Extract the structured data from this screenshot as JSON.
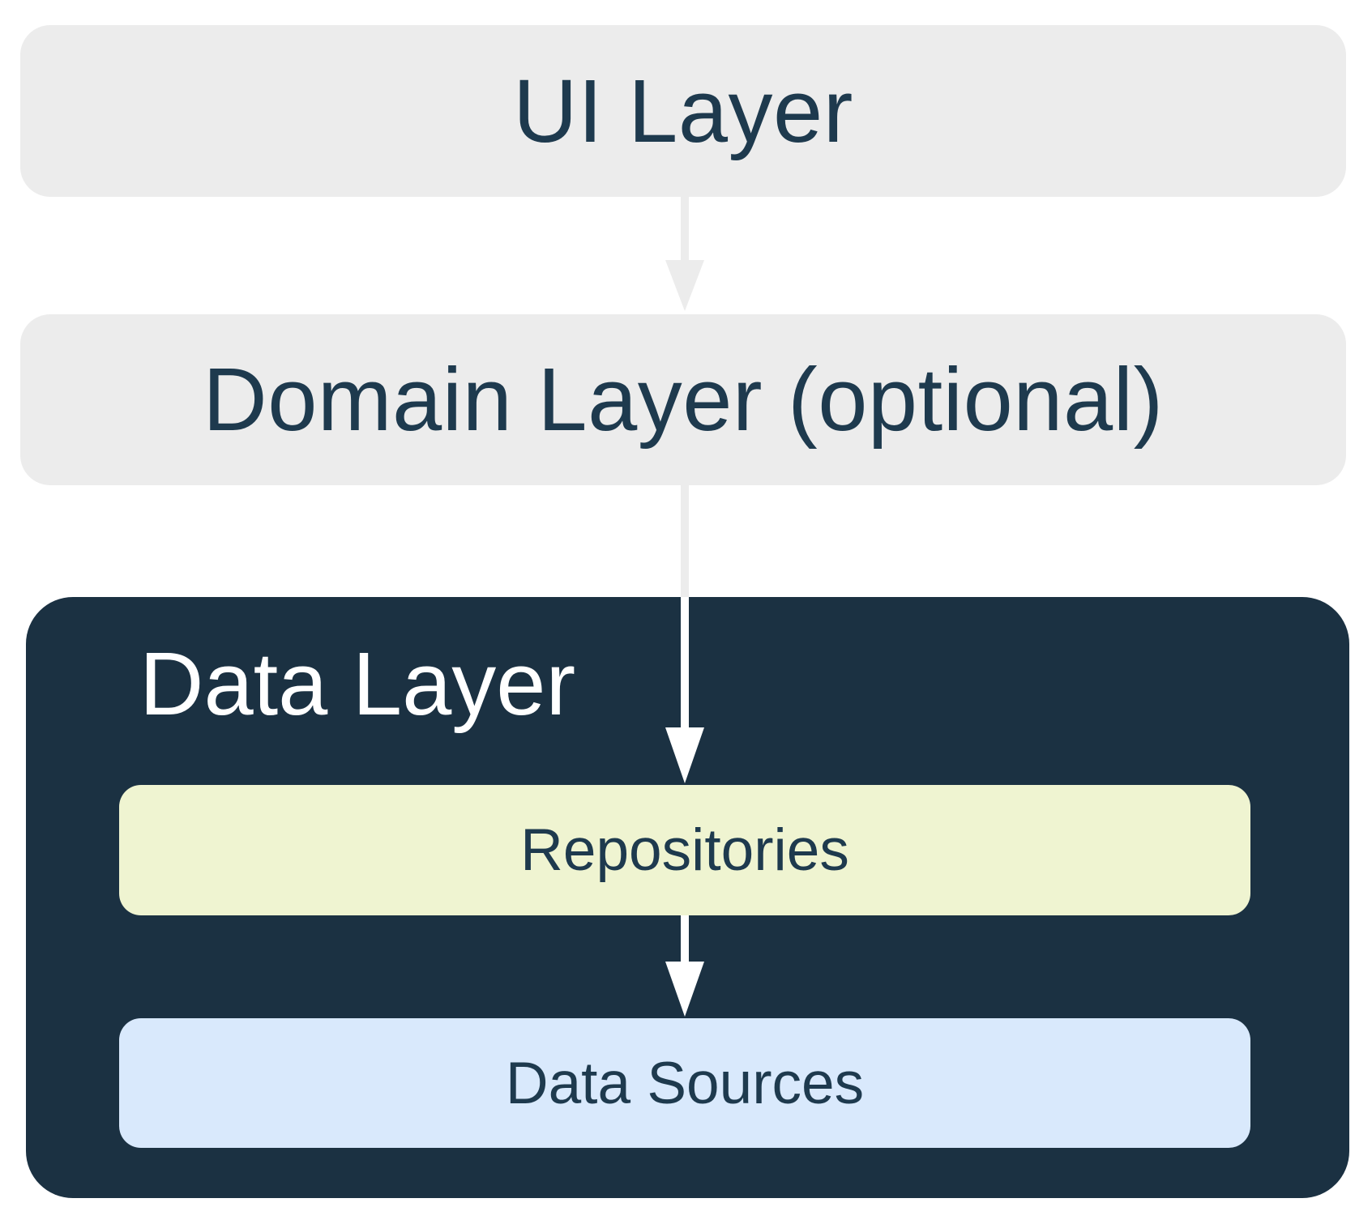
{
  "boxes": {
    "ui_layer": {
      "label": "UI Layer"
    },
    "domain_layer": {
      "label": "Domain Layer (optional)"
    },
    "data_layer": {
      "label": "Data Layer"
    },
    "repositories": {
      "label": "Repositories"
    },
    "data_sources": {
      "label": "Data Sources"
    }
  },
  "arrows": [
    {
      "name": "ui-to-domain",
      "from": "UI Layer",
      "to": "Domain Layer (optional)",
      "color": "#ECECEC"
    },
    {
      "name": "domain-to-repositories",
      "from": "Domain Layer (optional)",
      "to": "Repositories",
      "color_over_white": "#ECECEC",
      "color_over_dark": "#FFFFFF"
    },
    {
      "name": "repositories-to-data-sources",
      "from": "Repositories",
      "to": "Data Sources",
      "color": "#FFFFFF"
    }
  ],
  "palette": {
    "canvas-bg": "#FFFFFF",
    "layer-gray": "#ECECEC",
    "dark-navy": "#1B3142",
    "text-navy": "#1E3A4E",
    "repositories-green": "#EFF4D1",
    "data-sources-blue": "#D9E9FC",
    "arrow-white": "#FFFFFF"
  }
}
